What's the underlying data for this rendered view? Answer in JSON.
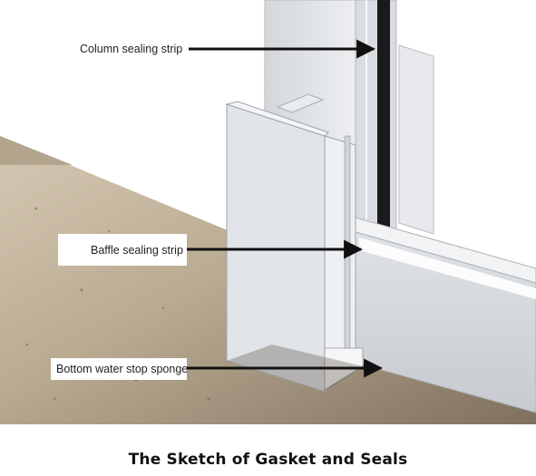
{
  "labels": {
    "column_sealing_strip": "Column sealing strip",
    "baffle_sealing_strip": "Baffle sealing strip",
    "bottom_water_stop_sponge": "Bottom water stop sponge"
  },
  "caption": "The Sketch of Gasket and Seals",
  "colors": {
    "floor_light": "#cdbfa8",
    "floor_dark": "#7d6f5c",
    "panel": "#e4e6e9",
    "panel_shade": "#c9ccd1",
    "strip": "#1a1a1a",
    "arrow": "#111111"
  }
}
